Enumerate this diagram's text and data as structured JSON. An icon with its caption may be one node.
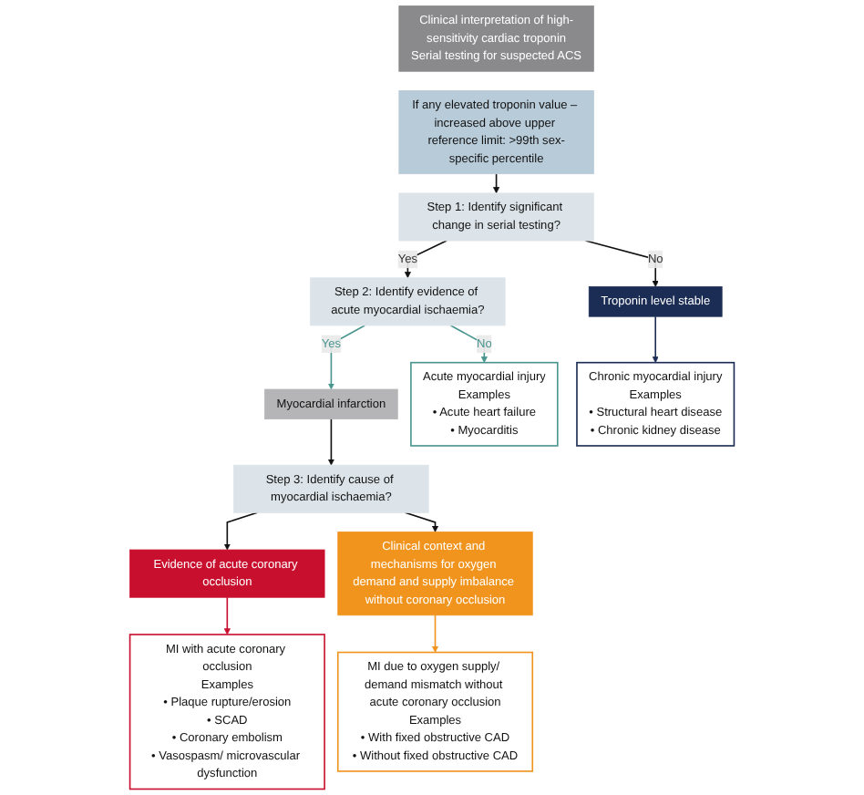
{
  "diagram": {
    "nodes": [
      {
        "text": [
          "Clinical interpretation of high-sensitivity cardiac troponin",
          "Serial testing for suspected ACS"
        ]
      },
      {
        "text": [
          "If any elevated troponin value – increased above upper reference limit: >99th sex-specific percentile"
        ]
      },
      {
        "text": [
          "Step 1: Identify significant change in serial testing?"
        ]
      },
      {
        "text": [
          "Troponin level stable"
        ]
      },
      {
        "text": [
          "Step 2: Identify evidence of acute myocardial ischaemia?"
        ]
      },
      {
        "text": [
          "Myocardial infarction"
        ]
      },
      {
        "text": [
          "Step 3: Identify cause of myocardial ischaemia?"
        ]
      },
      {
        "text": [
          "Evidence of acute coronary occlusion"
        ]
      },
      {
        "text": [
          "Clinical context and mechanisms for oxygen demand and supply imbalance without coronary occlusion"
        ]
      },
      {
        "text": [
          "MI with acute coronary occlusion",
          "Examples",
          "• Plaque rupture/erosion",
          "• SCAD",
          "• Coronary embolism",
          "• Vasospasm/ microvascular dysfunction"
        ]
      },
      {
        "text": [
          "MI due to oxygen supply/ demand mismatch without acute coronary occlusion",
          "Examples",
          "• With fixed obstructive CAD",
          "• Without fixed obstructive CAD"
        ]
      },
      {
        "text": [
          "Acute myocardial injury",
          "Examples",
          "• Acute heart failure",
          "• Myocarditis"
        ]
      },
      {
        "text": [
          "Chronic myocardial injury",
          "Examples",
          "• Structural heart disease",
          "• Chronic kidney disease"
        ]
      }
    ],
    "edges": [
      {
        "from": 1,
        "to": 2,
        "arrow": "to"
      },
      {
        "from": 2,
        "to": 4,
        "label": "Yes",
        "arrow": "to"
      },
      {
        "from": 2,
        "to": 3,
        "label": "No",
        "arrow": "to"
      },
      {
        "from": 4,
        "to": 5,
        "label": "Yes",
        "arrow": "to",
        "color": "#4a968f"
      },
      {
        "from": 4,
        "to": 11,
        "label": "No",
        "arrow": "to",
        "color": "#4a968f"
      },
      {
        "from": 5,
        "to": 6,
        "arrow": "to"
      },
      {
        "from": 6,
        "to": 7,
        "arrow": "to"
      },
      {
        "from": 6,
        "to": 8,
        "arrow": "to"
      },
      {
        "from": 7,
        "to": 9,
        "arrow": "to",
        "color": "#c8102e"
      },
      {
        "from": 8,
        "to": 10,
        "arrow": "to",
        "color": "#f0941e"
      },
      {
        "from": 3,
        "to": 12,
        "arrow": "to",
        "color": "#1c2d55"
      }
    ]
  }
}
